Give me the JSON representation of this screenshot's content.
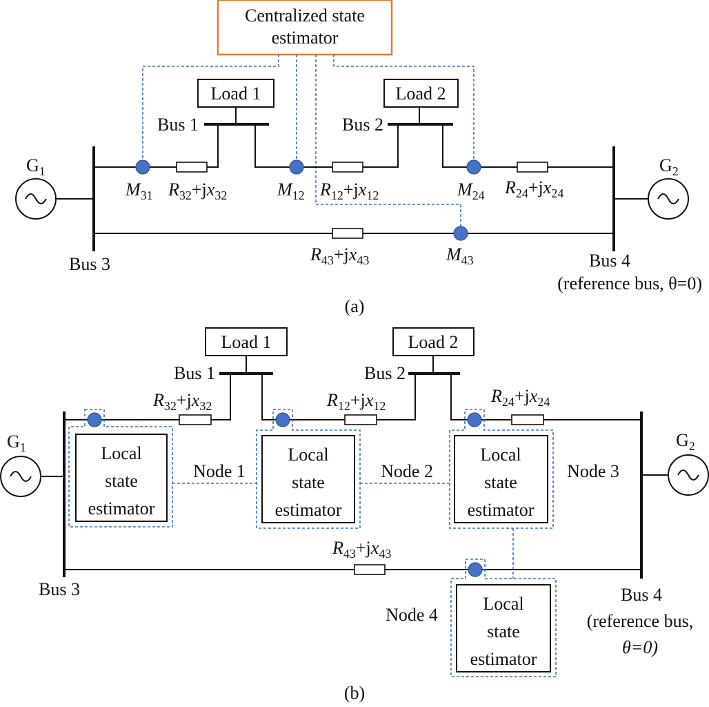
{
  "panel_a": {
    "caption": "(a)",
    "centralized_line1": "Centralized state",
    "centralized_line2": "estimator",
    "load1": "Load 1",
    "load2": "Load 2",
    "bus1": "Bus 1",
    "bus2": "Bus 2",
    "bus3": "Bus 3",
    "bus4": "Bus 4",
    "bus4_note": "(reference bus, θ=0)",
    "g1": "G",
    "g1_sub": "1",
    "g2": "G",
    "g2_sub": "2",
    "meters": [
      {
        "m": "M",
        "sub": "31"
      },
      {
        "m": "M",
        "sub": "12"
      },
      {
        "m": "M",
        "sub": "24"
      },
      {
        "m": "M",
        "sub": "43"
      }
    ],
    "impedances": [
      {
        "r": "R",
        "rsub": "32",
        "mid": "+j",
        "x": "x",
        "xsub": "32"
      },
      {
        "r": "R",
        "rsub": "12",
        "mid": "+j",
        "x": "x",
        "xsub": "12"
      },
      {
        "r": "R",
        "rsub": "24",
        "mid": "+j",
        "x": "x",
        "xsub": "24"
      },
      {
        "r": "R",
        "rsub": "43",
        "mid": "+j",
        "x": "x",
        "xsub": "43"
      }
    ]
  },
  "panel_b": {
    "caption": "(b)",
    "load1": "Load 1",
    "load2": "Load 2",
    "bus1": "Bus 1",
    "bus2": "Bus 2",
    "bus3": "Bus 3",
    "bus4": "Bus 4",
    "bus4_note1": "(reference bus,",
    "bus4_note2": "θ=0)",
    "g1": "G",
    "g1_sub": "1",
    "g2": "G",
    "g2_sub": "2",
    "estimator_line1": "Local",
    "estimator_line2": "state",
    "estimator_line3": "estimator",
    "nodes": [
      "Node 1",
      "Node 2",
      "Node 3",
      "Node 4"
    ],
    "impedances": [
      {
        "r": "R",
        "rsub": "32",
        "mid": "+j",
        "x": "x",
        "xsub": "32"
      },
      {
        "r": "R",
        "rsub": "12",
        "mid": "+j",
        "x": "x",
        "xsub": "12"
      },
      {
        "r": "R",
        "rsub": "24",
        "mid": "+j",
        "x": "x",
        "xsub": "24"
      },
      {
        "r": "R",
        "rsub": "43",
        "mid": "+j",
        "x": "x",
        "xsub": "43"
      }
    ]
  },
  "colors": {
    "meter": "#4472c4",
    "dashed_link": "#3b6fc4",
    "centralized_border": "#e07b39"
  }
}
